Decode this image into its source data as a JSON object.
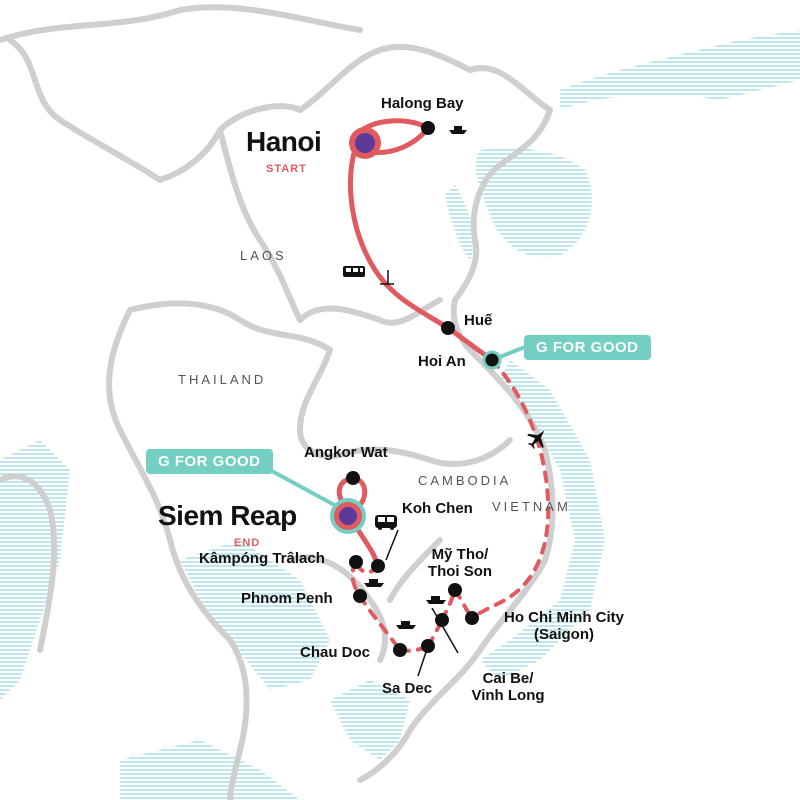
{
  "colors": {
    "land_border": "#cfcfcf",
    "water_hatch": "#9ad8e0",
    "route": "#e05a60",
    "start_end_marker": "#5b3a9a",
    "badge": "#72cfc2",
    "stop": "#111111"
  },
  "labels": {
    "hanoi": "Hanoi",
    "hanoi_tag": "START",
    "halong": "Halong Bay",
    "hue": "Huế",
    "hoi_an": "Hoi An",
    "angkor": "Angkor Wat",
    "siem_reap": "Siem Reap",
    "siem_reap_tag": "END",
    "koh_chen": "Koh Chen",
    "kampong": "Kâmpóng Trâlach",
    "phnom_penh": "Phnom Penh",
    "my_tho_1": "Mỹ Tho/",
    "my_tho_2": "Thoi Son",
    "hcmc_1": "Ho Chi Minh City",
    "hcmc_2": "(Saigon)",
    "chau_doc": "Chau Doc",
    "sa_dec": "Sa Dec",
    "cai_be_1": "Cai Be/",
    "cai_be_2": "Vinh Long"
  },
  "badges": {
    "hoi_an": "G FOR GOOD",
    "siem_reap": "G FOR GOOD"
  },
  "countries": {
    "laos": "LAOS",
    "thailand": "THAILAND",
    "cambodia": "CAMBODIA",
    "vietnam": "VIETNAM"
  },
  "icons": {
    "boat": "boat-icon",
    "bus": "bus-icon",
    "train": "train-icon",
    "plane": "plane-icon",
    "start_marker": "start-marker-icon",
    "end_marker": "end-marker-icon"
  }
}
